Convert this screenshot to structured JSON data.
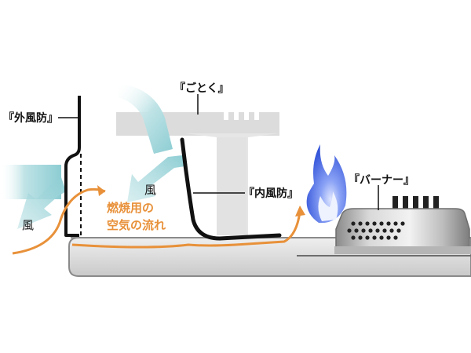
{
  "labels": {
    "outer_windscreen": "『外風防』",
    "trivet": "『ごとく』",
    "inner_windscreen": "『内風防』",
    "burner": "『バーナー』",
    "wind_left": "風",
    "wind_center": "風",
    "airflow_line1": "燃焼用の",
    "airflow_line2": "空気の流れ"
  },
  "colors": {
    "airflow": "#e8913a",
    "wind": "#a9d9dd",
    "trivet": "#dedede",
    "flame_outer": "#3f64e6",
    "flame_inner": "#c8d6ff",
    "burner_metal": "#b9b9b9"
  }
}
